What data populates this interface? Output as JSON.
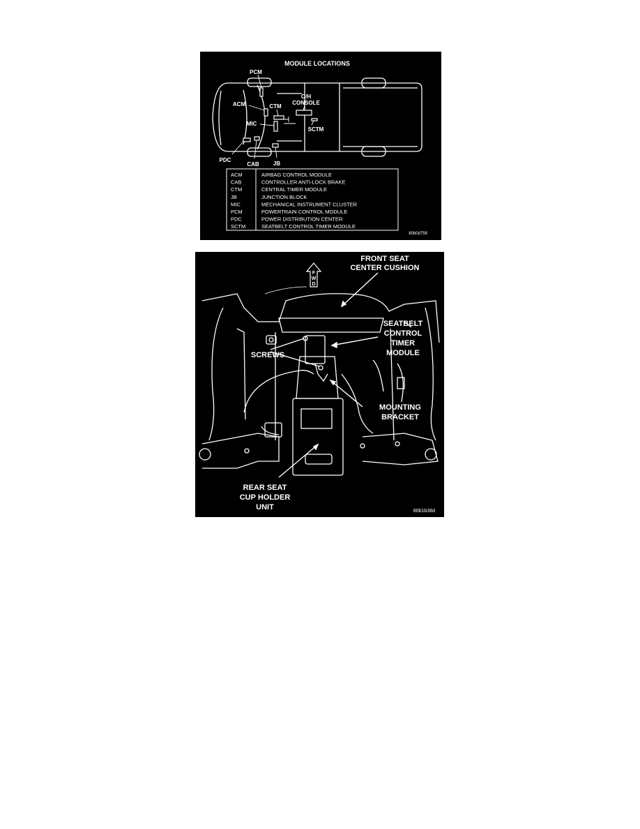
{
  "figure1": {
    "title": "MODULE LOCATIONS",
    "callouts": {
      "pcm": "PCM",
      "acm": "ACM",
      "ctm": "CTM",
      "oh_console": [
        "O/H",
        "CONSOLE"
      ],
      "mic": "MIC",
      "sctm": "SCTM",
      "pdc": "PDC",
      "cab": "CAB",
      "jb": "JB"
    },
    "legend": [
      {
        "abbr": "ACM",
        "meaning": "AIRBAG CONTROL MODULE"
      },
      {
        "abbr": "CAB",
        "meaning": "CONTROLLER ANTI-LOCK BRAKE"
      },
      {
        "abbr": "CTM",
        "meaning": "CENTRAL TIMER MODULE"
      },
      {
        "abbr": "JB",
        "meaning": "JUNCTION BLOCK"
      },
      {
        "abbr": "MIC",
        "meaning": "MECHANICAL INSTRUMENT CLUSTER"
      },
      {
        "abbr": "PCM",
        "meaning": "POWERTRAIN CONTROL MODULE"
      },
      {
        "abbr": "PDC",
        "meaning": "POWER DISTRIBUTION CENTER"
      },
      {
        "abbr": "SCTM",
        "meaning": "SEATBELT CONTROL TIMER MODULE"
      }
    ],
    "code": "80b0d758"
  },
  "figure2": {
    "fwd": [
      "F",
      "W",
      "D"
    ],
    "callouts": {
      "front_seat": [
        "FRONT SEAT",
        "CENTER CUSHION"
      ],
      "sctm": [
        "SEATBELT",
        "CONTROL",
        "TIMER",
        "MODULE"
      ],
      "screws": "SCREWS",
      "bracket": [
        "MOUNTING",
        "BRACKET"
      ],
      "cup_holder": [
        "REAR SEAT",
        "CUP HOLDER",
        "UNIT"
      ]
    },
    "code": "80b1b38d"
  }
}
